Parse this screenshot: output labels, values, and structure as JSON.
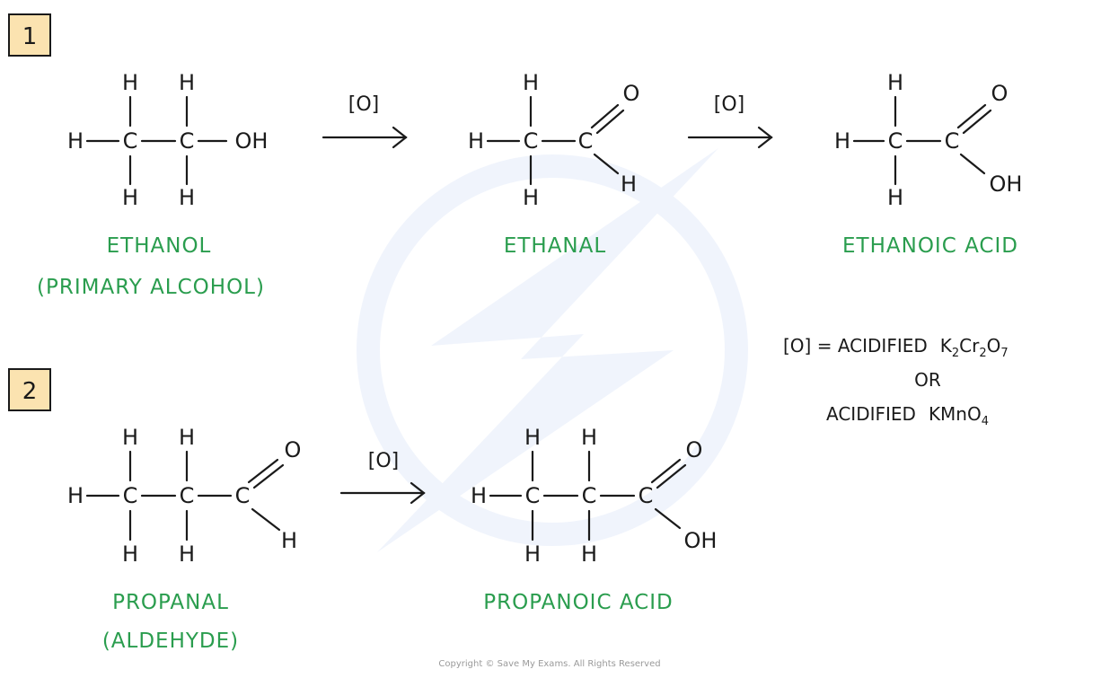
{
  "step_labels": {
    "one": "1",
    "two": "2"
  },
  "reagent": "[O]",
  "atoms": {
    "H": "H",
    "C": "C",
    "O": "O",
    "OH": "OH"
  },
  "names": {
    "ethanol": "ETHANOL",
    "ethanol_class": "(PRIMARY  ALCOHOL)",
    "ethanal": "ETHANAL",
    "ethanoic_acid": "ETHANOIC  ACID",
    "propanal": "PROPANAL",
    "propanal_class": "(ALDEHYDE)",
    "propanoic_acid": "PROPANOIC  ACID"
  },
  "oxidant_note": {
    "line1_prefix": "[O] = ACIDIFIED",
    "k2": "K",
    "sub2a": "2",
    "cr": "Cr",
    "sub2b": "2",
    "o": "O",
    "sub7": "7",
    "or": "OR",
    "line3_prefix": "ACIDIFIED",
    "kmno": "KMnO",
    "sub4": "4"
  },
  "copyright": "Copyright © Save My Exams. All Rights Reserved",
  "colors": {
    "name_green": "#2a9d4e",
    "box_fill": "#fbe3b0",
    "ink": "#1a1a1a"
  }
}
